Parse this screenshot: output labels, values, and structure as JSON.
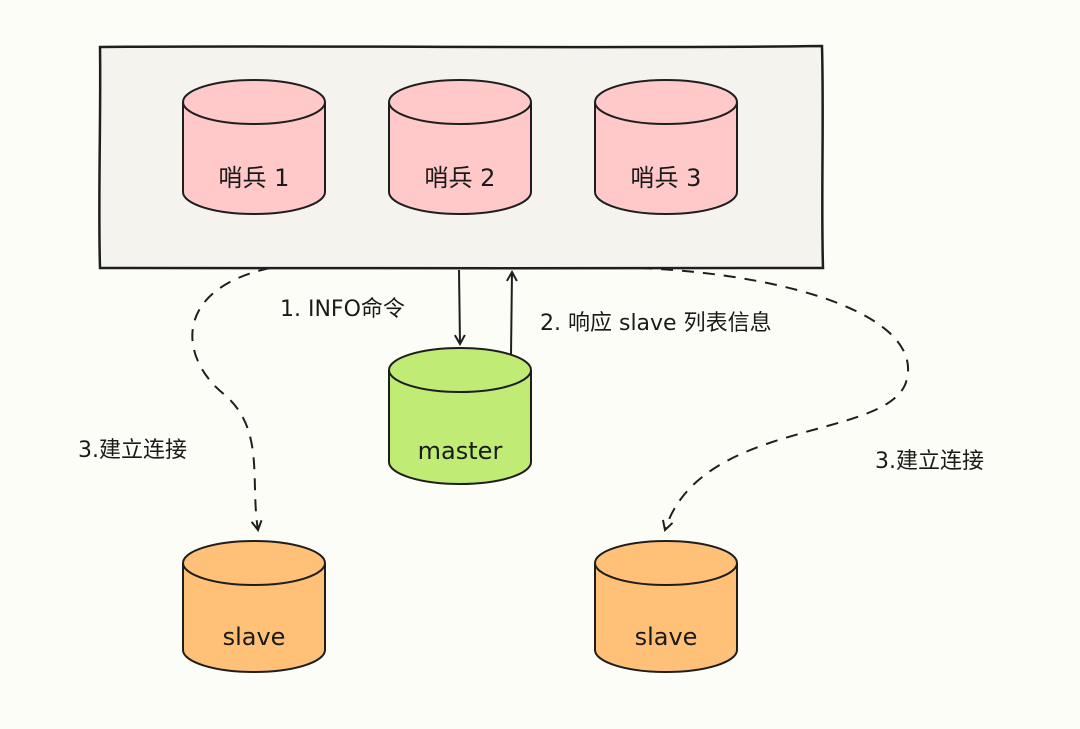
{
  "sentinel_group": {
    "sentinels": [
      {
        "label": "哨兵 1"
      },
      {
        "label": "哨兵 2"
      },
      {
        "label": "哨兵 3"
      }
    ]
  },
  "master": {
    "label": "master"
  },
  "slaves": [
    {
      "label": "slave"
    },
    {
      "label": "slave"
    }
  ],
  "edges": {
    "info_command": "1. INFO命令",
    "slave_list_response": "2.  响应 slave 列表信息",
    "connect_left": "3.建立连接",
    "connect_right": "3.建立连接"
  },
  "colors": {
    "background": "#fdfdf8",
    "group_fill": "#f4f3ee",
    "sentinel_fill": "#ffc9c9",
    "master_fill": "#c0eb75",
    "slave_fill": "#ffc078",
    "stroke": "#1e1e1e"
  }
}
